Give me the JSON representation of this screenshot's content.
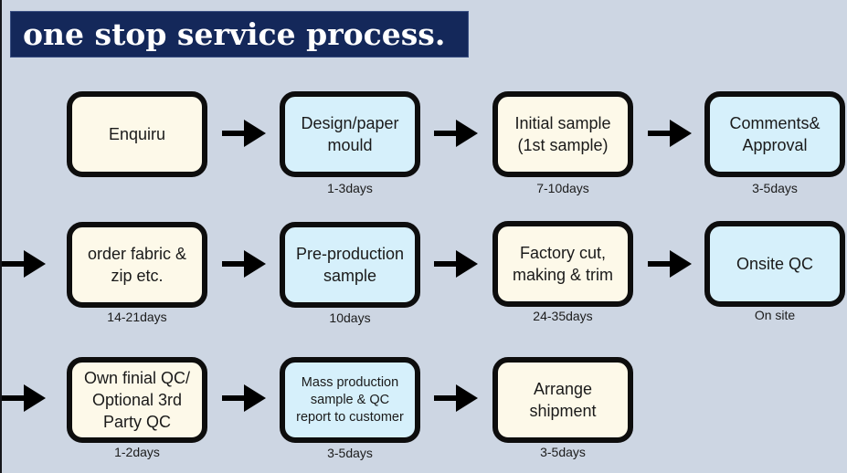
{
  "title": "one stop service process.",
  "colors": {
    "background": "#cdd6e3",
    "title_background": "#14285a",
    "title_text": "#ffffff",
    "cream_fill": "#fdf9e9",
    "blue_fill": "#d6f0fb",
    "border": "#0d0d0d"
  },
  "steps": [
    {
      "label": "Enquiru",
      "duration": "",
      "fill": "cream"
    },
    {
      "label": "Design/paper\n mould",
      "duration": "1-3days",
      "fill": "blue"
    },
    {
      "label": "Initial sample\n(1st sample)",
      "duration": "7-10days",
      "fill": "cream"
    },
    {
      "label": "Comments&\nApproval",
      "duration": "3-5days",
      "fill": "blue"
    },
    {
      "label": "order fabric &\n zip  etc.",
      "duration": "14-21days",
      "fill": "cream"
    },
    {
      "label": "Pre-production\n sample",
      "duration": "10days",
      "fill": "blue"
    },
    {
      "label": "Factory cut,\nmaking & trim",
      "duration": "24-35days",
      "fill": "cream"
    },
    {
      "label": "Onsite QC",
      "duration": "On site",
      "fill": "blue"
    },
    {
      "label": "Own finial QC/\nOptional 3rd\nParty QC",
      "duration": "1-2days",
      "fill": "cream"
    },
    {
      "label": "Mass production\nsample & QC\nreport to customer",
      "duration": "3-5days",
      "fill": "blue"
    },
    {
      "label": "Arrange\nshipment",
      "duration": "3-5days",
      "fill": "cream"
    }
  ],
  "connectors": {
    "icon": "arrow-right-icon",
    "count": 10
  }
}
